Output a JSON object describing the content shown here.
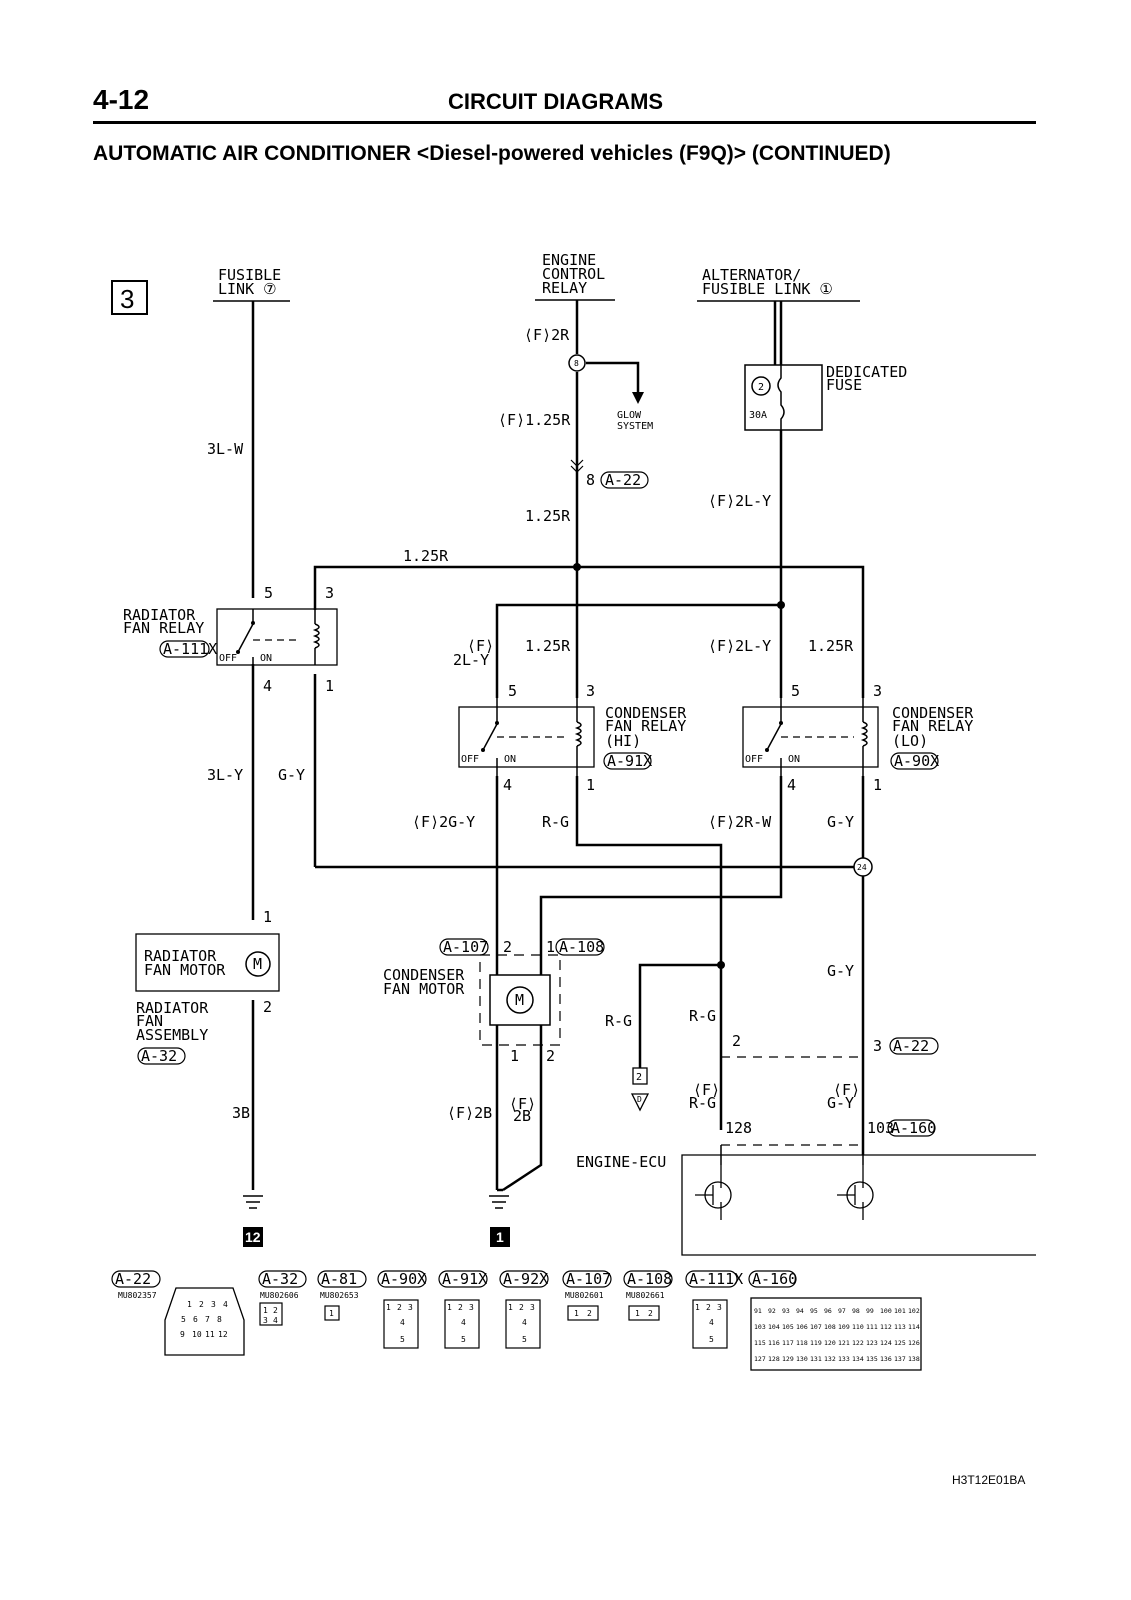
{
  "header": {
    "page_number": "4-12",
    "section": "CIRCUIT DIAGRAMS",
    "subtitle": "AUTOMATIC AIR CONDITIONER <Diesel-powered vehicles (F9Q)> (CONTINUED)"
  },
  "diagram": {
    "sheet_number": "3",
    "sources": {
      "fusible_link": [
        "FUSIBLE",
        "LINK ⑦"
      ],
      "engine_control_relay": [
        "ENGINE",
        "CONTROL",
        "RELAY"
      ],
      "alternator": [
        "ALTERNATOR/",
        "FUSIBLE LINK ①"
      ]
    },
    "dedicated_fuse": {
      "label": [
        "DEDICATED",
        "FUSE"
      ],
      "number": "2",
      "rating": "30A"
    },
    "glow_system": [
      "GLOW",
      "SYSTEM"
    ],
    "wires": {
      "f_2r": "⟨F⟩2R",
      "f_125r": "⟨F⟩1.25R",
      "r125_a": "1.25R",
      "r125_top": "1.25R",
      "f_2ly_top": "⟨F⟩2L-Y",
      "three_lw": "3L-W",
      "f_2ly_left": [
        "⟨F⟩",
        "2L-Y"
      ],
      "r125_mid": "1.25R",
      "f_2ly_right": "⟨F⟩2L-Y",
      "r125_right": "1.25R",
      "three_ly": "3L-Y",
      "g_y_left": "G-Y",
      "f_2gy": "⟨F⟩2G-Y",
      "r_g_mid": "R-G",
      "f_2rw": "⟨F⟩2R-W",
      "g_y_right": "G-Y",
      "g_y_lower": "G-Y",
      "r_g_lower_a": "R-G",
      "r_g_lower_b": "R-G",
      "three_b": "3B",
      "f_2b": "⟨F⟩2B",
      "f_2b_b": [
        "⟨F⟩",
        "2B"
      ],
      "f_rg": [
        "⟨F⟩",
        "R-G"
      ],
      "f_gy": [
        "⟨F⟩",
        "G-Y"
      ]
    },
    "components": {
      "radiator_fan_relay": [
        "RADIATOR",
        "FAN RELAY"
      ],
      "radiator_fan_relay_conn": "A-111X",
      "cond_relay_hi": [
        "CONDENSER",
        "FAN RELAY",
        "(HI)"
      ],
      "cond_relay_hi_conn": "A-91X",
      "cond_relay_lo": [
        "CONDENSER",
        "FAN RELAY",
        "(LO)"
      ],
      "cond_relay_lo_conn": "A-90X",
      "radiator_fan_motor": [
        "RADIATOR",
        "FAN MOTOR"
      ],
      "radiator_fan_assembly": [
        "RADIATOR",
        "FAN",
        "ASSEMBLY"
      ],
      "radiator_fan_assembly_conn": "A-32",
      "condenser_fan_motor": [
        "CONDENSER",
        "FAN MOTOR"
      ],
      "engine_ecu": "ENGINE-ECU",
      "off": "OFF",
      "on": "ON",
      "motor_symbol": "M"
    },
    "pins": {
      "p8": "8",
      "p8_conn": "A-22",
      "relay_rad_5": "5",
      "relay_rad_3": "3",
      "relay_rad_4": "4",
      "relay_rad_1": "1",
      "hi_5": "5",
      "hi_3": "3",
      "hi_4": "4",
      "hi_1": "1",
      "lo_5": "5",
      "lo_3": "3",
      "lo_4": "4",
      "lo_1": "1",
      "rad_motor_1": "1",
      "rad_motor_2": "2",
      "cond_motor_2": "2",
      "cond_motor_2_conn": "A-107",
      "cond_motor_1": "1",
      "cond_motor_1_conn": "A-108",
      "cond_motor_lower_1": "1",
      "cond_motor_lower_2": "2",
      "a22_2": "2",
      "a22_3": "3",
      "a22_conn": "A-22",
      "ecu_128": "128",
      "ecu_103": "103",
      "ecu_conn": "A-160",
      "splice_8": "8",
      "splice_24": "24"
    },
    "grounds": {
      "g12": "12",
      "g1": "1"
    },
    "glow_ref": {
      "box": "2",
      "tri": "D"
    }
  },
  "connector_legend": [
    {
      "code": "A-22",
      "part": "MU802357"
    },
    {
      "code": "A-32",
      "part": "MU802606"
    },
    {
      "code": "A-81",
      "part": "MU802653"
    },
    {
      "code": "A-90X",
      "part": ""
    },
    {
      "code": "A-91X",
      "part": ""
    },
    {
      "code": "A-92X",
      "part": ""
    },
    {
      "code": "A-107",
      "part": "MU802601"
    },
    {
      "code": "A-108",
      "part": "MU802661"
    },
    {
      "code": "A-111X",
      "part": ""
    },
    {
      "code": "A-160",
      "part": ""
    }
  ],
  "connector_pins": {
    "a22": [
      "1",
      "2",
      "3",
      "4",
      "5",
      "6",
      "7",
      "8",
      "9",
      "10",
      "11",
      "12"
    ],
    "a32": [
      "1",
      "2",
      "3",
      "4"
    ],
    "a81": [
      "1"
    ],
    "relay_top": [
      "1",
      "2",
      "3"
    ],
    "relay_mid": "4",
    "relay_bot": "5",
    "a107": [
      "1",
      "2"
    ],
    "a108": [
      "1",
      "2"
    ],
    "a160": [
      [
        "91",
        "92",
        "93",
        "94",
        "95",
        "96",
        "97",
        "98",
        "99",
        "100",
        "101",
        "102"
      ],
      [
        "103",
        "104",
        "105",
        "106",
        "107",
        "108",
        "109",
        "110",
        "111",
        "112",
        "113",
        "114"
      ],
      [
        "115",
        "116",
        "117",
        "118",
        "119",
        "120",
        "121",
        "122",
        "123",
        "124",
        "125",
        "126"
      ],
      [
        "127",
        "128",
        "129",
        "130",
        "131",
        "132",
        "133",
        "134",
        "135",
        "136",
        "137",
        "138"
      ]
    ]
  },
  "figure_code": "H3T12E01BA"
}
